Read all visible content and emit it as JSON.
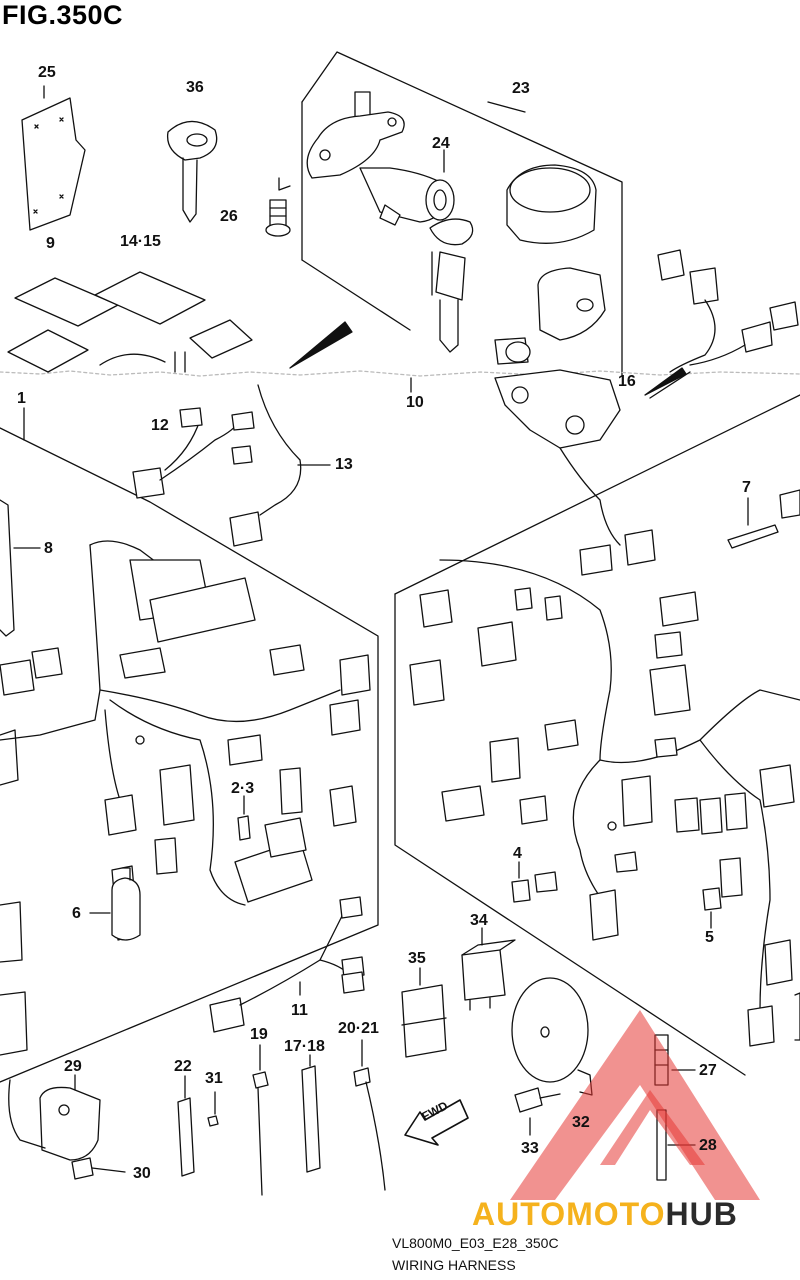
{
  "figure": {
    "title": "FIG.350C",
    "model_code": "VL800M0_E03_E28_350C",
    "subtitle": "WIRING HARNESS",
    "fwd_label": "FWD"
  },
  "callouts": {
    "p25": "25",
    "p36": "36",
    "p23": "23",
    "p24": "24",
    "p26": "26",
    "p9": "9",
    "p14_15": "14·15",
    "p1": "1",
    "p10": "10",
    "p16": "16",
    "p12": "12",
    "p13": "13",
    "p8": "8",
    "p7": "7",
    "p2_3": "2·3",
    "p6": "6",
    "p4": "4",
    "p5": "5",
    "p34": "34",
    "p35": "35",
    "p11": "11",
    "p29": "29",
    "p22": "22",
    "p31": "31",
    "p19": "19",
    "p17_18": "17·18",
    "p20_21": "20·21",
    "p27": "27",
    "p28": "28",
    "p32": "32",
    "p33": "33",
    "p30": "30"
  },
  "watermark": {
    "brand_part1": "AUTOMOTO",
    "brand_part2": "HUB",
    "color_part1": "#f5b21d",
    "color_part2": "#2b2b2b",
    "logo_color": "#e53935"
  }
}
